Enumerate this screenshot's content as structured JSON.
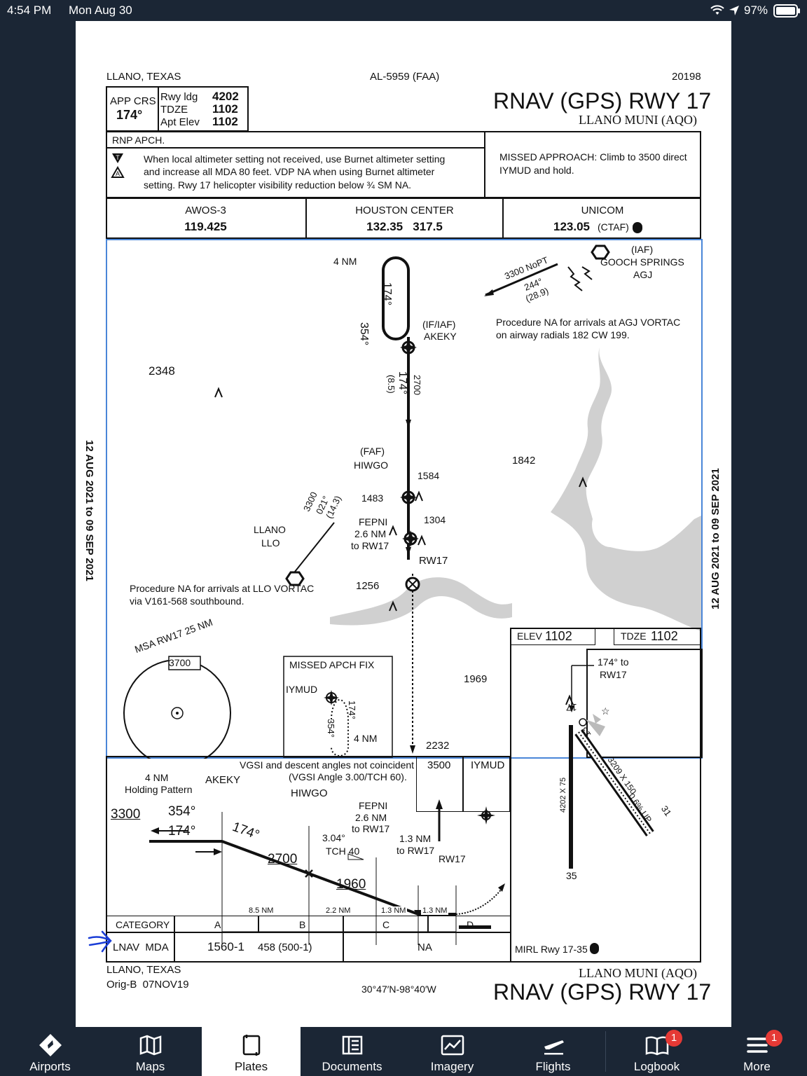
{
  "status": {
    "time": "4:54 PM",
    "date": "Mon Aug 30",
    "battery": "97%"
  },
  "header": {
    "city": "LLANO, TEXAS",
    "chart_id": "AL-5959 (FAA)",
    "number": "20198",
    "title": "RNAV (GPS) RWY 17",
    "airport": "LLANO MUNI (AQO)"
  },
  "briefing": {
    "app_crs_label": "APP CRS",
    "app_crs": "174°",
    "rwy_ldg_label": "Rwy ldg",
    "rwy_ldg": "4202",
    "tdze_label": "TDZE",
    "tdze": "1102",
    "apt_elev_label": "Apt Elev",
    "apt_elev": "1102",
    "rnp": "RNP APCH.",
    "note1": "When local altimeter setting not received, use Burnet altimeter setting",
    "note2": "and increase all MDA 80 feet.  VDP NA when using Burnet altimeter",
    "note3": "setting.  Rwy 17 helicopter visibility reduction below ¾ SM NA.",
    "missed1": "MISSED APPROACH: Climb to 3500 direct",
    "missed2": "IYMUD and hold."
  },
  "comms": [
    {
      "name": "AWOS-3",
      "freq": "119.425"
    },
    {
      "name": "HOUSTON CENTER",
      "freq": "132.35   317.5"
    },
    {
      "name": "UNICOM",
      "freq": "123.05",
      "extra": "(CTAF)"
    }
  ],
  "plan": {
    "hold_dist": "4 NM",
    "inbound": "174°",
    "outbound": "354°",
    "if_iaf": "(IF/IAF)",
    "akeky": "AKEKY",
    "leg_alt": "2700",
    "leg_crs": "174°",
    "leg_dist": "(8.5)",
    "iaf": "(IAF)",
    "gooch": "GOOCH SPRINGS",
    "agj": "AGJ",
    "noPT": "3300 NoPT",
    "gooch_crs": "244°",
    "gooch_dist": "(28.9)",
    "agj_note1": "Procedure NA for arrivals at AGJ VORTAC",
    "agj_note2": "on airway radials 182 CW 199.",
    "obst_2348": "2348",
    "obst_1842": "1842",
    "obst_1584": "1584",
    "obst_1483": "1483",
    "obst_1304": "1304",
    "obst_1256": "1256",
    "obst_1969": "1969",
    "obst_2232": "2232",
    "faf": "(FAF)",
    "hiwgo": "HIWGO",
    "fepni": "FEPNI",
    "fepni_dist": "2.6 NM",
    "fepni_to": "to RW17",
    "rw17": "RW17",
    "llo_alt": "3300",
    "llo_crs": "021°",
    "llo_dist": "(14.3)",
    "llano": "LLANO",
    "llo": "LLO",
    "llo_note1": "Procedure NA for arrivals at LLO VORTAC",
    "llo_note2": "via V161-568 southbound.",
    "msa": "MSA RW17 25 NM",
    "msa_alt": "3700",
    "mapf_title": "MISSED APCH FIX",
    "iymud": "IYMUD",
    "mapf_in": "174°",
    "mapf_out": "354°",
    "mapf_dist": "4 NM",
    "side_date": "12 AUG 2021 to 09 SEP 2021"
  },
  "airport_diagram": {
    "elev_label": "ELEV",
    "elev": "1102",
    "tdze_label": "TDZE",
    "tdze": "1102",
    "crs_note": "174° to",
    "crs_note2": "RW17",
    "rwy17": "17",
    "rwy35": "35",
    "rwy13": "13",
    "rwy31": "31",
    "dim1": "4202 X 75",
    "dim2": "3209 X 150",
    "grad": "0.6% UP",
    "lights": "MIRL Rwy 17-35"
  },
  "profile": {
    "vgsi1": "VGSI and descent angles not coincident",
    "vgsi2": "(VGSI Angle 3.00/TCH 60).",
    "hold1": "4 NM",
    "hold2": "Holding Pattern",
    "akeky": "AKEKY",
    "hiwgo": "HIWGO",
    "alt3300": "3300",
    "out": "354°",
    "in": "174°",
    "crs": "174°",
    "alt2700": "2700",
    "angle": "3.04°",
    "tch": "TCH 40",
    "fepni": "FEPNI",
    "fepni_dist": "2.6 NM",
    "fepni_to": "to RW17",
    "alt1960": "1960",
    "vdp": "1.3 NM",
    "vdp_to": "to RW17",
    "rw17": "RW17",
    "seg1": "8.5 NM",
    "seg2": "2.2 NM",
    "seg3": "1.3 NM",
    "seg4": "1.3 NM",
    "missed_alt": "3500",
    "missed_fix": "IYMUD"
  },
  "minima": {
    "category": "CATEGORY",
    "cats": [
      "A",
      "B",
      "C",
      "D"
    ],
    "row_label": "LNAV  MDA",
    "ab_value": "1560-1",
    "ab_detail": "458 (500-1)",
    "cd_value": "NA"
  },
  "footer": {
    "city": "LLANO, TEXAS",
    "orig": "Orig-B  07NOV19",
    "coords": "30°47′N-98°40′W",
    "airport": "LLANO MUNI (AQO)",
    "title": "RNAV (GPS) RWY 17"
  },
  "tabs": [
    {
      "label": "Airports",
      "icon": "compass-icon"
    },
    {
      "label": "Maps",
      "icon": "map-icon"
    },
    {
      "label": "Plates",
      "icon": "plate-icon"
    },
    {
      "label": "Documents",
      "icon": "documents-icon"
    },
    {
      "label": "Imagery",
      "icon": "imagery-icon"
    },
    {
      "label": "Flights",
      "icon": "plane-icon"
    },
    {
      "label": "Logbook",
      "icon": "logbook-icon",
      "badge": "1"
    },
    {
      "label": "More",
      "icon": "menu-icon",
      "badge": "1"
    }
  ]
}
